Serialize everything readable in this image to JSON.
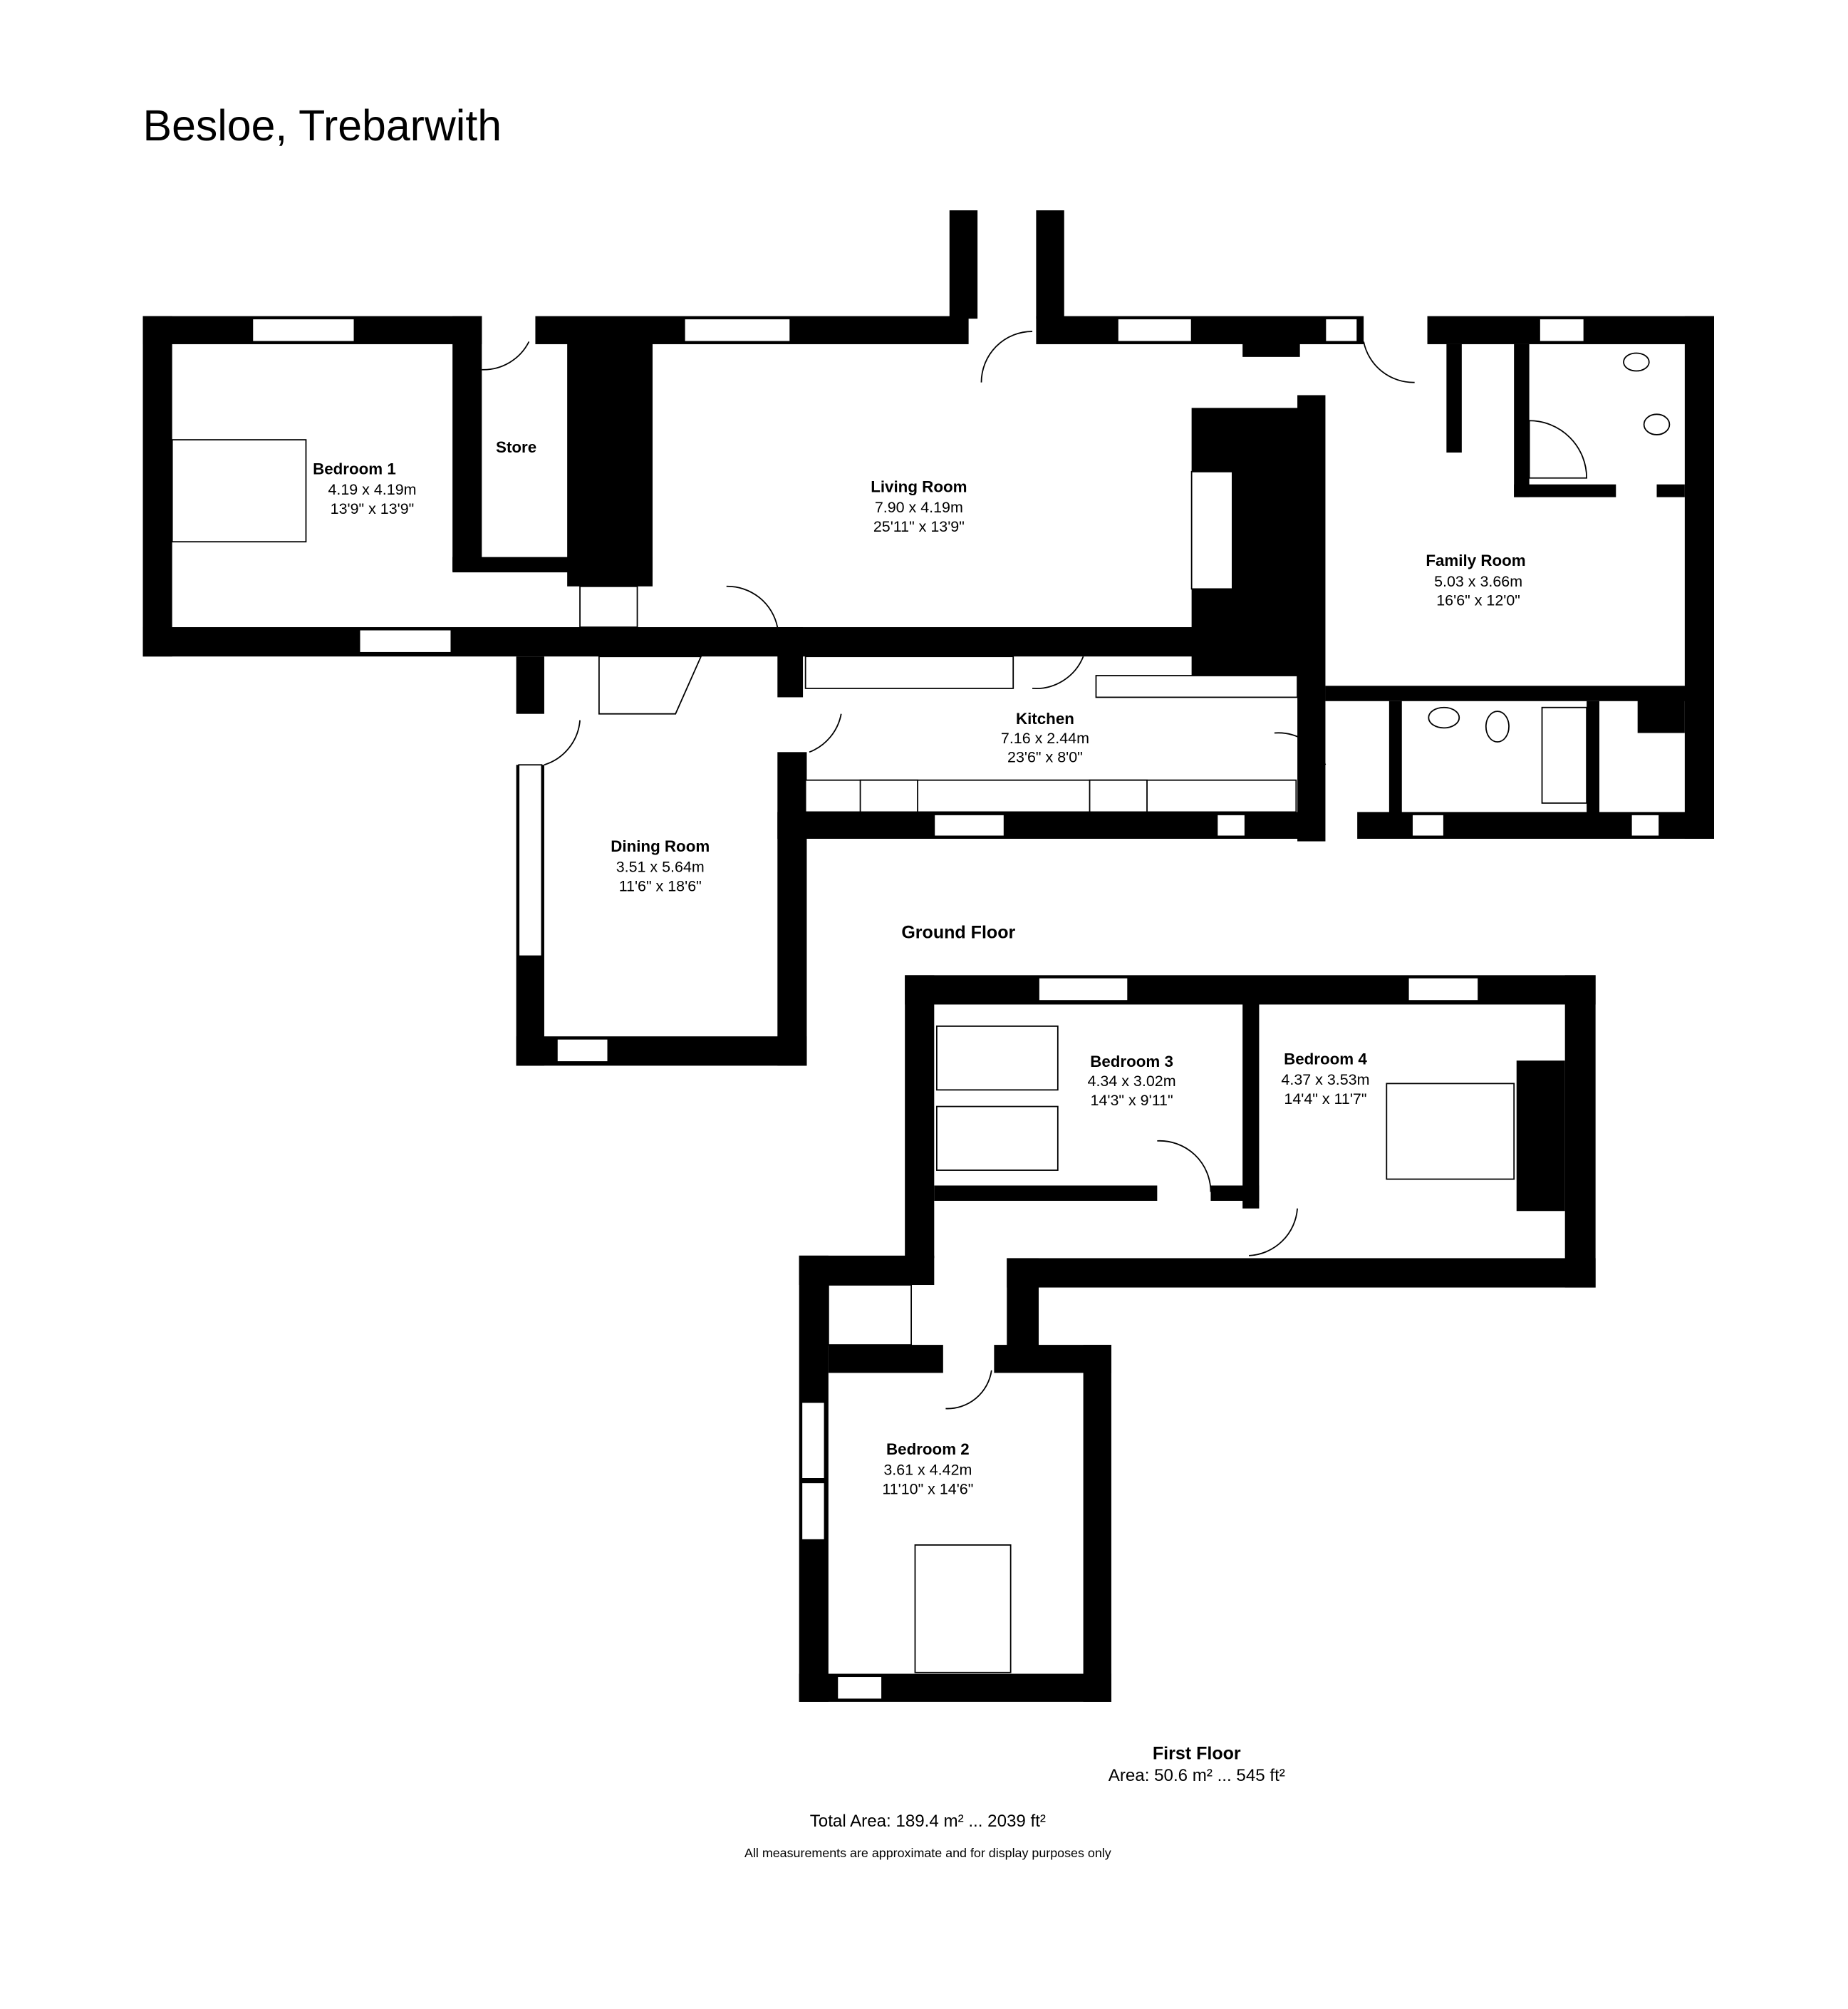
{
  "title": "Besloe, Trebarwith",
  "ground_floor": {
    "label": "Ground Floor",
    "rooms": [
      {
        "name": "Bedroom 1",
        "metric": "4.19 x 4.19m",
        "imperial": "13'9\" x 13'9\""
      },
      {
        "name": "Store"
      },
      {
        "name": "Living Room",
        "metric": "7.90 x 4.19m",
        "imperial": "25'11\" x 13'9\""
      },
      {
        "name": "Family Room",
        "metric": "5.03 x 3.66m",
        "imperial": "16'6\" x 12'0\""
      },
      {
        "name": "Kitchen",
        "metric": "7.16 x 2.44m",
        "imperial": "23'6\" x 8'0\""
      },
      {
        "name": "Dining Room",
        "metric": "3.51 x 5.64m",
        "imperial": "11'6\" x 18'6\""
      }
    ]
  },
  "first_floor": {
    "label": "First Floor",
    "area": "Area: 50.6 m² ... 545 ft²",
    "rooms": [
      {
        "name": "Bedroom 3",
        "metric": "4.34 x 3.02m",
        "imperial": "14'3\" x 9'11\""
      },
      {
        "name": "Bedroom 4",
        "metric": "4.37 x 3.53m",
        "imperial": "14'4\" x 11'7\""
      },
      {
        "name": "Bedroom 2",
        "metric": "3.61 x 4.42m",
        "imperial": "11'10\" x 14'6\""
      }
    ]
  },
  "total_area": "Total Area: 189.4 m² ... 2039 ft²",
  "disclaimer": "All measurements are approximate and for display purposes only"
}
